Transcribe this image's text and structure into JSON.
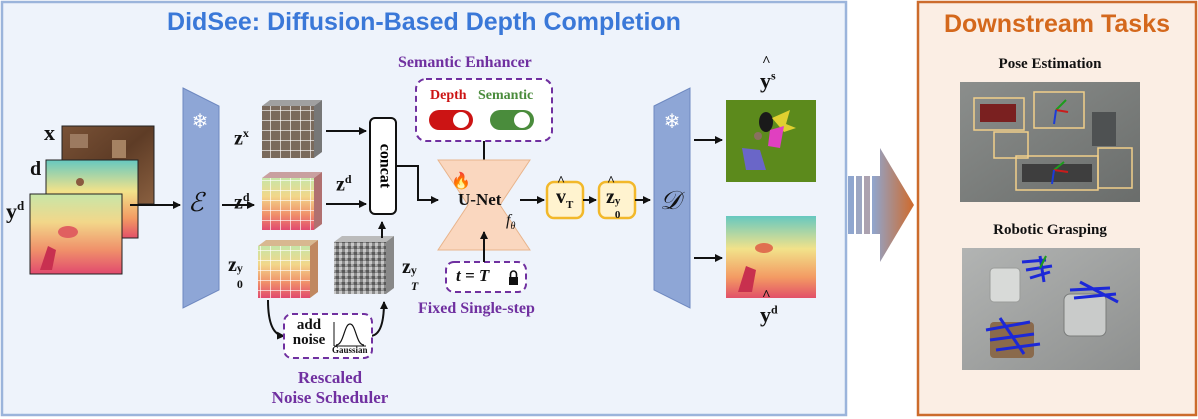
{
  "main_panel": {
    "title": "DidSee: Diffusion-Based Depth Completion"
  },
  "inputs": {
    "x": "x",
    "d": "d",
    "y_d": "y",
    "y_d_sup": "d"
  },
  "encoder": {
    "symbol": "ℰ"
  },
  "decoder": {
    "symbol": "𝒟"
  },
  "latents": {
    "zx": "z",
    "zx_sup": "x",
    "zd": "z",
    "zd_sup": "d",
    "zd_mid": "z",
    "zd_mid_sup": "d",
    "z0y": "z",
    "z0y_sub": "0",
    "z0y_sup": "y",
    "zTy": "z",
    "zTy_sub": "T",
    "zTy_sup": "y"
  },
  "concat": {
    "label": "concat"
  },
  "semantic_enhancer": {
    "title": "Semantic Enhancer",
    "depth_label": "Depth",
    "semantic_label": "Semantic"
  },
  "unet": {
    "label": "U-Net",
    "f": "f",
    "f_sub": "θ"
  },
  "vhat": {
    "v": "v",
    "v_sub": "T"
  },
  "z0hat": {
    "z": "z",
    "z_sub": "0",
    "z_sup": "y"
  },
  "timestep": {
    "expr": "t = T",
    "caption": "Fixed Single-step"
  },
  "noise": {
    "line1": "add",
    "line2": "noise",
    "gaussian": "Gaussian"
  },
  "scheduler": {
    "line1": "Rescaled",
    "line2": "Noise Scheduler"
  },
  "outputs": {
    "ys": "y",
    "ys_sup": "s",
    "yd": "y",
    "yd_sup": "d"
  },
  "downstream": {
    "title": "Downstream Tasks",
    "task1": "Pose Estimation",
    "task2": "Robotic Grasping"
  },
  "colors": {
    "main_border": "#9bb4db",
    "main_bg": "#eef3fb",
    "right_border": "#cc6b2c",
    "right_bg": "#fbeee4",
    "enc_dec": "#8ea6d6",
    "unet": "#fad7bf",
    "purple": "#7030a0",
    "gold": "#f2b82a",
    "toggle_red": "#cc1414",
    "toggle_green": "#4a8c3c"
  }
}
